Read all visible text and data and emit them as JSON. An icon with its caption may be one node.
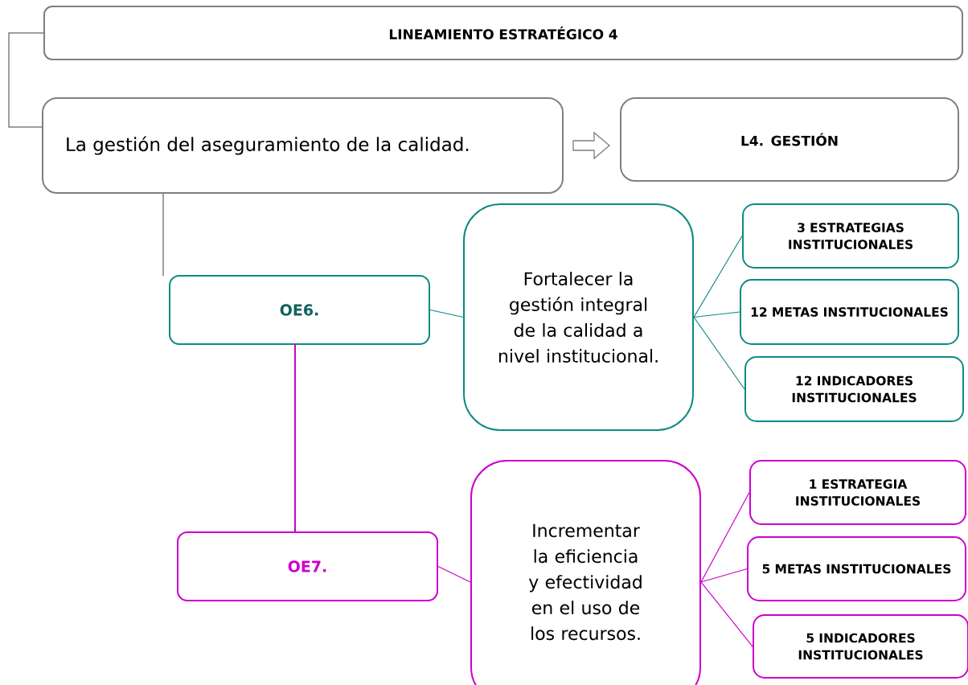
{
  "diagram": {
    "nodes": [
      {
        "text": [
          "LINEAMIENTO ESTRATÉGICO 4"
        ]
      },
      {
        "text": [
          "La gestión del aseguramiento de la calidad."
        ]
      },
      {
        "text": [
          "L4. GESTIÓN"
        ]
      },
      {
        "text": [
          "OE6."
        ]
      },
      {
        "text": [
          "Fortalecer la gestión integral de la calidad a nivel institucional."
        ]
      },
      {
        "text": [
          "3 ESTRATEGIAS INSTITUCIONALES"
        ]
      },
      {
        "text": [
          "12 METAS INSTITUCIONALES"
        ]
      },
      {
        "text": [
          "12 INDICADORES INSTITUCIONALES"
        ]
      },
      {
        "text": [
          "OE7."
        ]
      },
      {
        "text": [
          "Incrementar la eficiencia y efectividad en el uso de los recursos."
        ]
      },
      {
        "text": [
          "1 ESTRATEGIA INSTITUCIONALES"
        ]
      },
      {
        "text": [
          "5 METAS INSTITUCIONALES"
        ]
      },
      {
        "text": [
          "5 INDICADORES INSTITUCIONALES"
        ]
      }
    ],
    "edges": [
      {
        "from": 0,
        "to": 1,
        "arrow": "none",
        "color": "#7f7f7f"
      },
      {
        "from": 1,
        "to": 2,
        "arrow": "to",
        "color": "#7f7f7f"
      },
      {
        "from": 1,
        "to": 3,
        "arrow": "none",
        "color": "#7f7f7f"
      },
      {
        "from": 3,
        "to": 4,
        "arrow": "none",
        "color": "#0e8a84"
      },
      {
        "from": 4,
        "to": 5,
        "arrow": "none",
        "color": "#0e8a84"
      },
      {
        "from": 4,
        "to": 6,
        "arrow": "none",
        "color": "#0e8a84"
      },
      {
        "from": 4,
        "to": 7,
        "arrow": "none",
        "color": "#0e8a84"
      },
      {
        "from": 3,
        "to": 8,
        "arrow": "none",
        "color": "#cc00cc"
      },
      {
        "from": 8,
        "to": 9,
        "arrow": "none",
        "color": "#cc00cc"
      },
      {
        "from": 9,
        "to": 10,
        "arrow": "none",
        "color": "#cc00cc"
      },
      {
        "from": 9,
        "to": 11,
        "arrow": "none",
        "color": "#cc00cc"
      },
      {
        "from": 9,
        "to": 12,
        "arrow": "none",
        "color": "#cc00cc"
      }
    ]
  }
}
